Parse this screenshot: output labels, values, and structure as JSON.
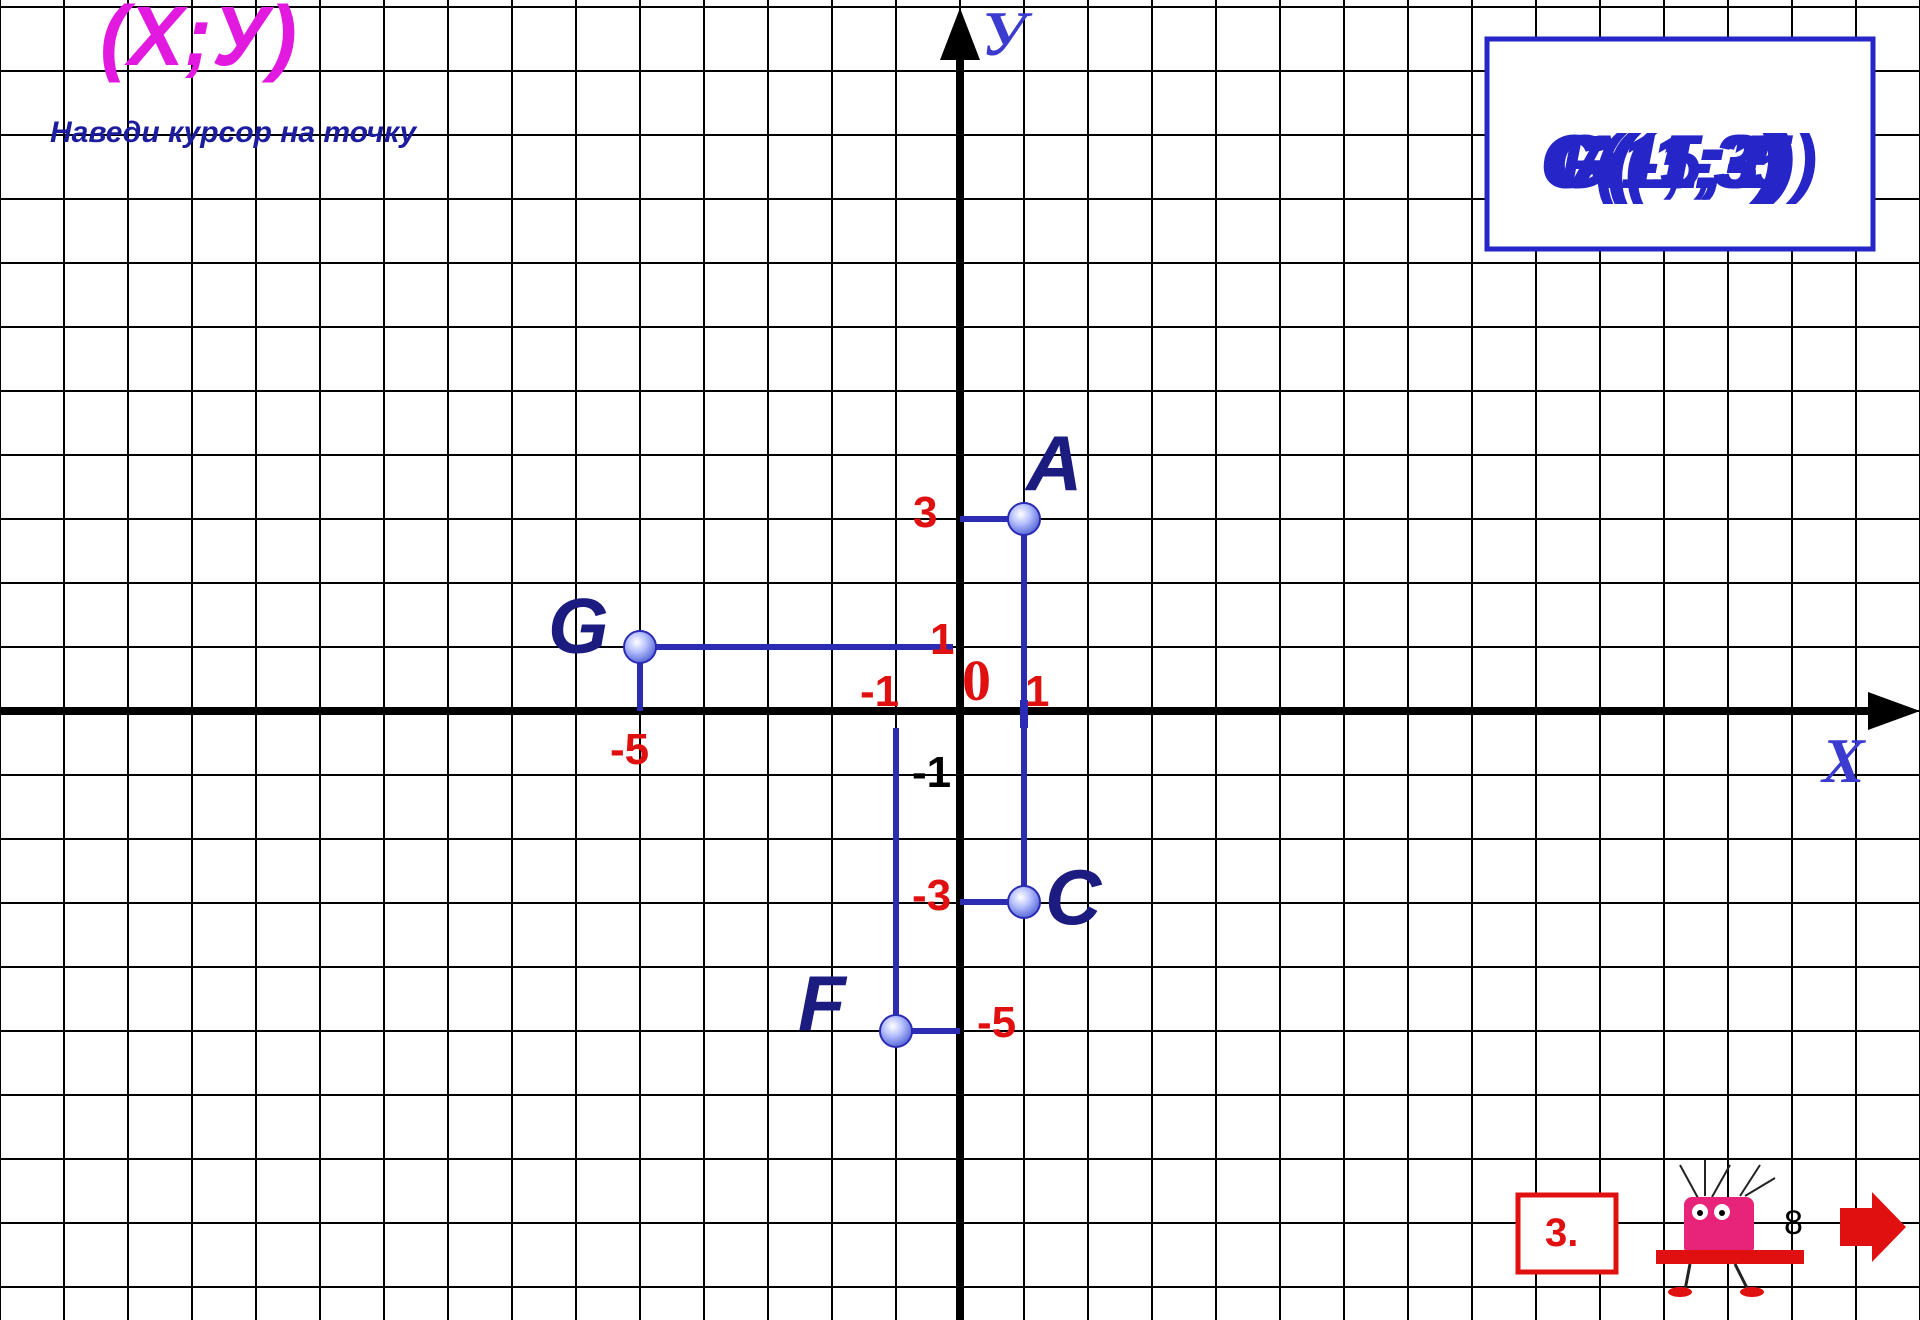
{
  "title": "(Х;У)",
  "hint": "Наведи курсор на точку",
  "axes": {
    "x_name": "Х",
    "y_name": "У",
    "origin": "0"
  },
  "colors": {
    "grid": "#000000",
    "projection": "#2b2bb4",
    "label_red": "#e01010",
    "title_magenta": "#e21ae0"
  },
  "coordinate_display": {
    "overlapping_texts": [
      "С(1;-3)",
      "G(-5;1)",
      "F(-1;-5)",
      "A(1;3)"
    ]
  },
  "points": [
    {
      "name": "A",
      "x": 1,
      "y": 3
    },
    {
      "name": "G",
      "x": -5,
      "y": 1
    },
    {
      "name": "C",
      "x": 1,
      "y": -3
    },
    {
      "name": "F",
      "x": -1,
      "y": -5
    }
  ],
  "labels": {
    "a_y": "3",
    "g_y": "1",
    "g_x": "-5",
    "neg_one_x": "-1",
    "one_x": "1",
    "neg_one_y": "-1",
    "c_y": "-3",
    "f_y": "-5"
  },
  "navigation": {
    "slide_box": "3.",
    "page_number": "8",
    "next_icon": "red-arrow-right-icon",
    "mascot_icon": "ruler-character-icon"
  }
}
